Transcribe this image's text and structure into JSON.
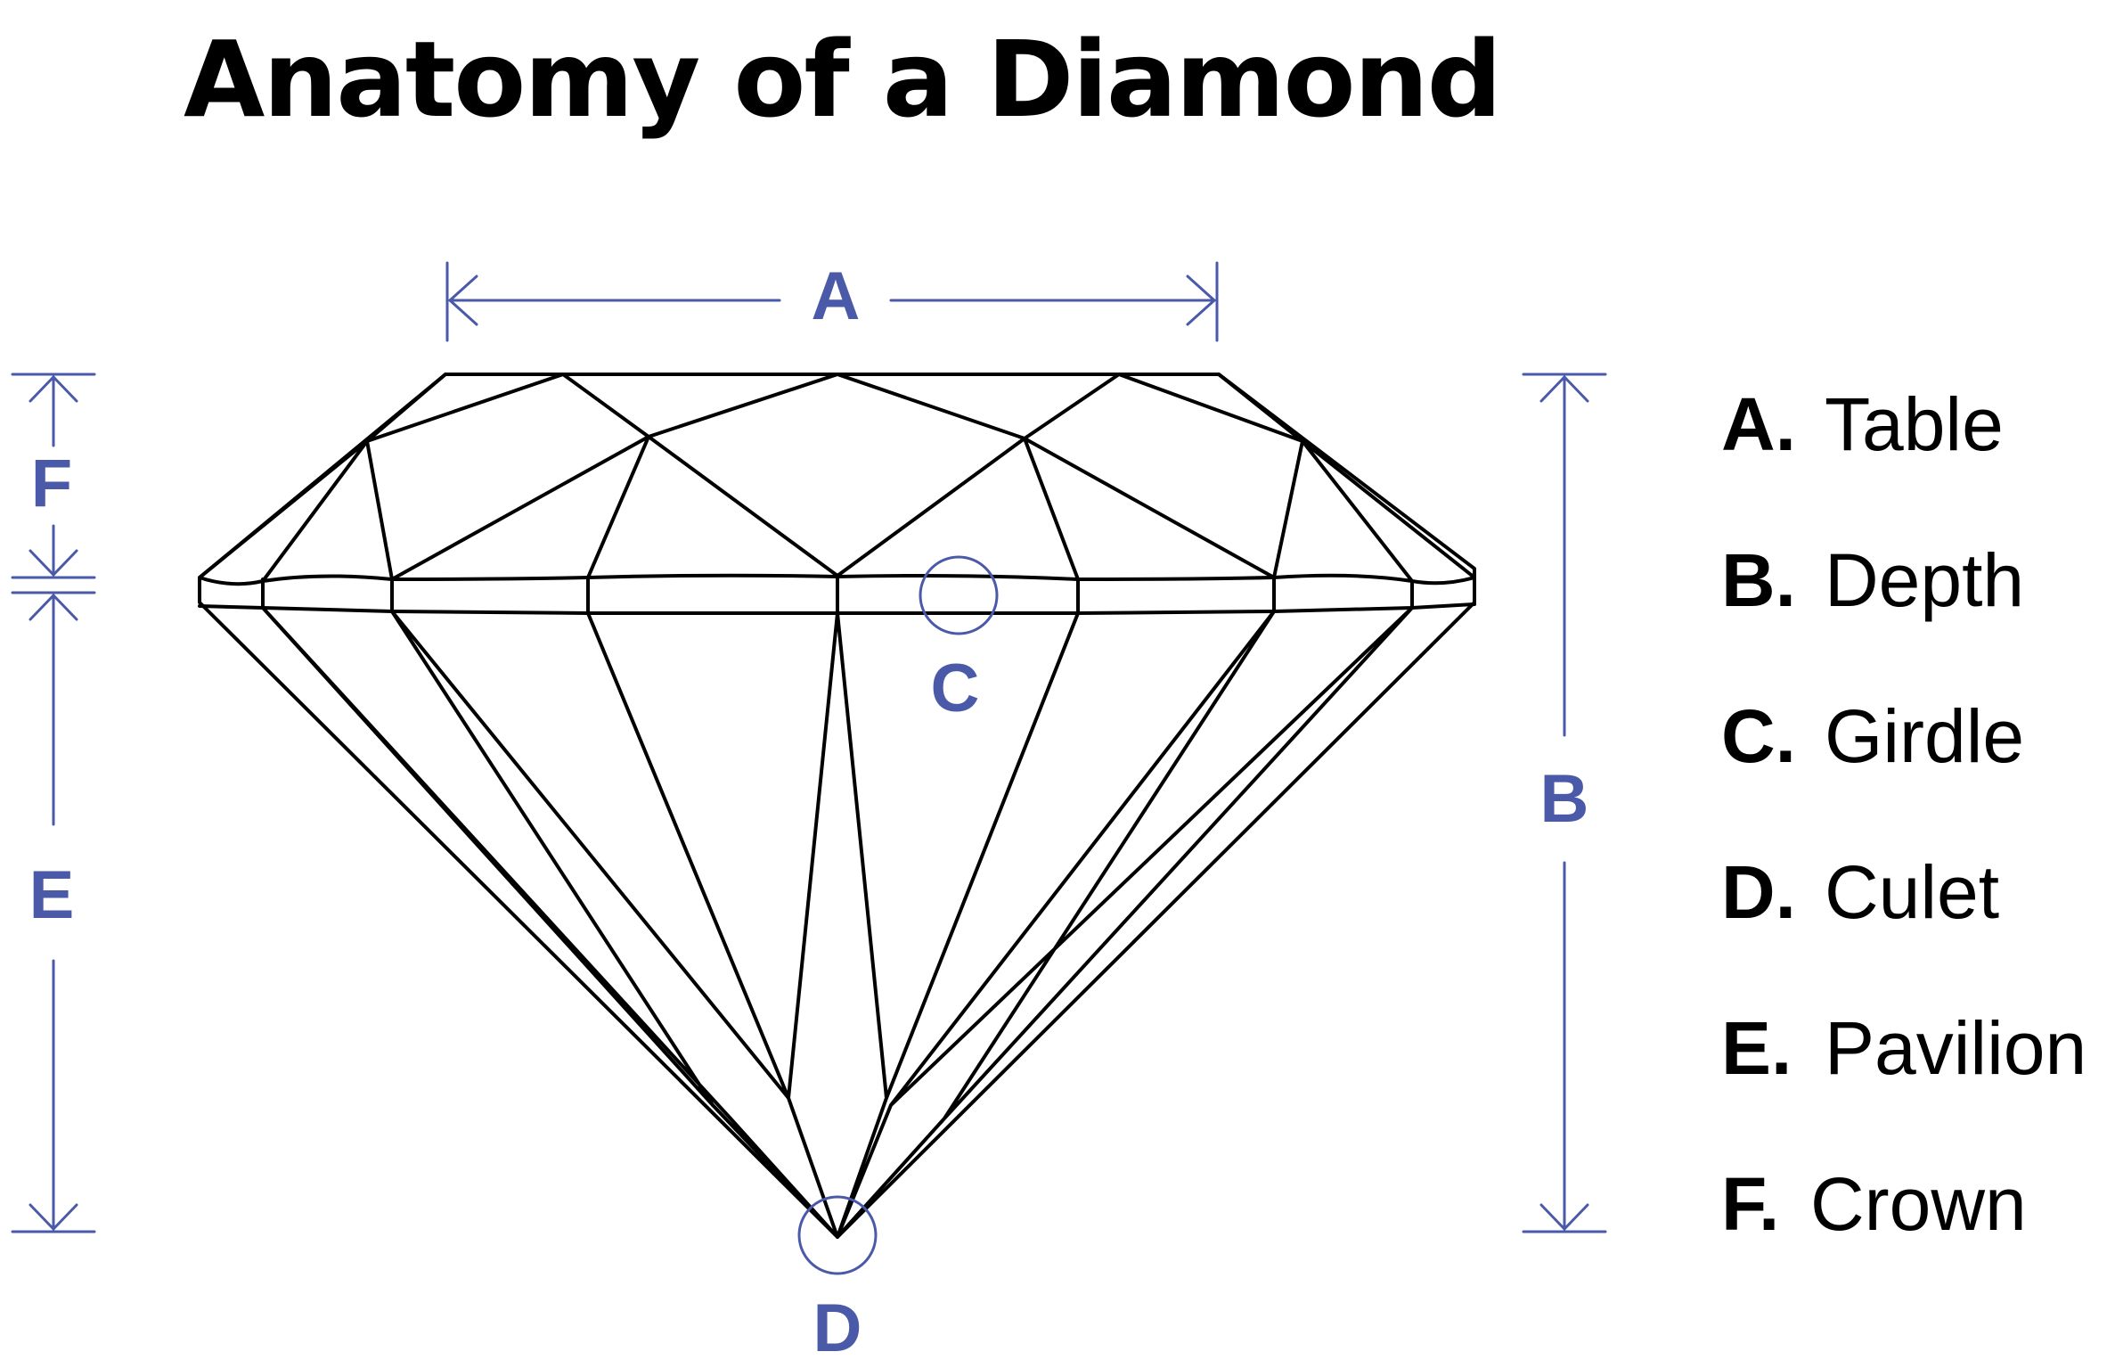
{
  "title": "Anatomy of a Diamond",
  "colors": {
    "accent": "#4a5aa8",
    "outline": "#000000",
    "background": "#ffffff"
  },
  "labels": {
    "a": "A",
    "b": "B",
    "c": "C",
    "d": "D",
    "e": "E",
    "f": "F"
  },
  "legend": [
    {
      "letter": "A.",
      "term": "Table"
    },
    {
      "letter": "B.",
      "term": "Depth"
    },
    {
      "letter": "C.",
      "term": "Girdle"
    },
    {
      "letter": "D.",
      "term": "Culet"
    },
    {
      "letter": "E.",
      "term": "Pavilion"
    },
    {
      "letter": "F.",
      "term": "Crown"
    }
  ]
}
